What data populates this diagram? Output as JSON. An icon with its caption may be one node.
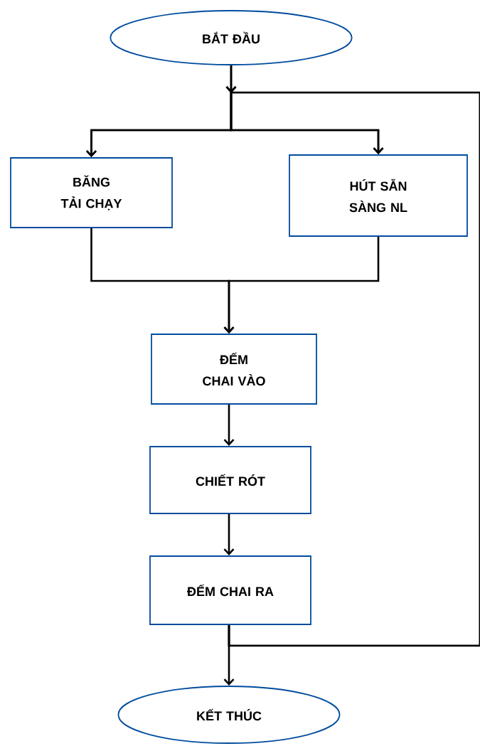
{
  "diagram": {
    "nodes": [
      {
        "text": [
          "BẮT ĐẦU"
        ]
      },
      {
        "text": [
          "BĂNG TẢI CHẠY"
        ]
      },
      {
        "text": [
          "HÚT SẴN SÀNG NL"
        ]
      },
      {
        "text": [
          "ĐẾM CHAI VÀO"
        ]
      },
      {
        "text": [
          "CHIẾT RÓT"
        ]
      },
      {
        "text": [
          "ĐẾM CHAI RA"
        ]
      },
      {
        "text": [
          "KẾT THÚC"
        ]
      }
    ],
    "edges": [
      {
        "from": 0,
        "to": 1,
        "arrow": "to"
      },
      {
        "from": 0,
        "to": 2,
        "arrow": "to"
      },
      {
        "from": 1,
        "to": 3,
        "arrow": "to"
      },
      {
        "from": 2,
        "to": 3,
        "arrow": "to"
      },
      {
        "from": 3,
        "to": 4,
        "arrow": "to"
      },
      {
        "from": 4,
        "to": 5,
        "arrow": "to"
      },
      {
        "from": 5,
        "to": 6,
        "arrow": "to"
      },
      {
        "from": 5,
        "to": 1,
        "arrow": "to"
      },
      {
        "from": 5,
        "to": 2,
        "arrow": "to"
      }
    ]
  }
}
